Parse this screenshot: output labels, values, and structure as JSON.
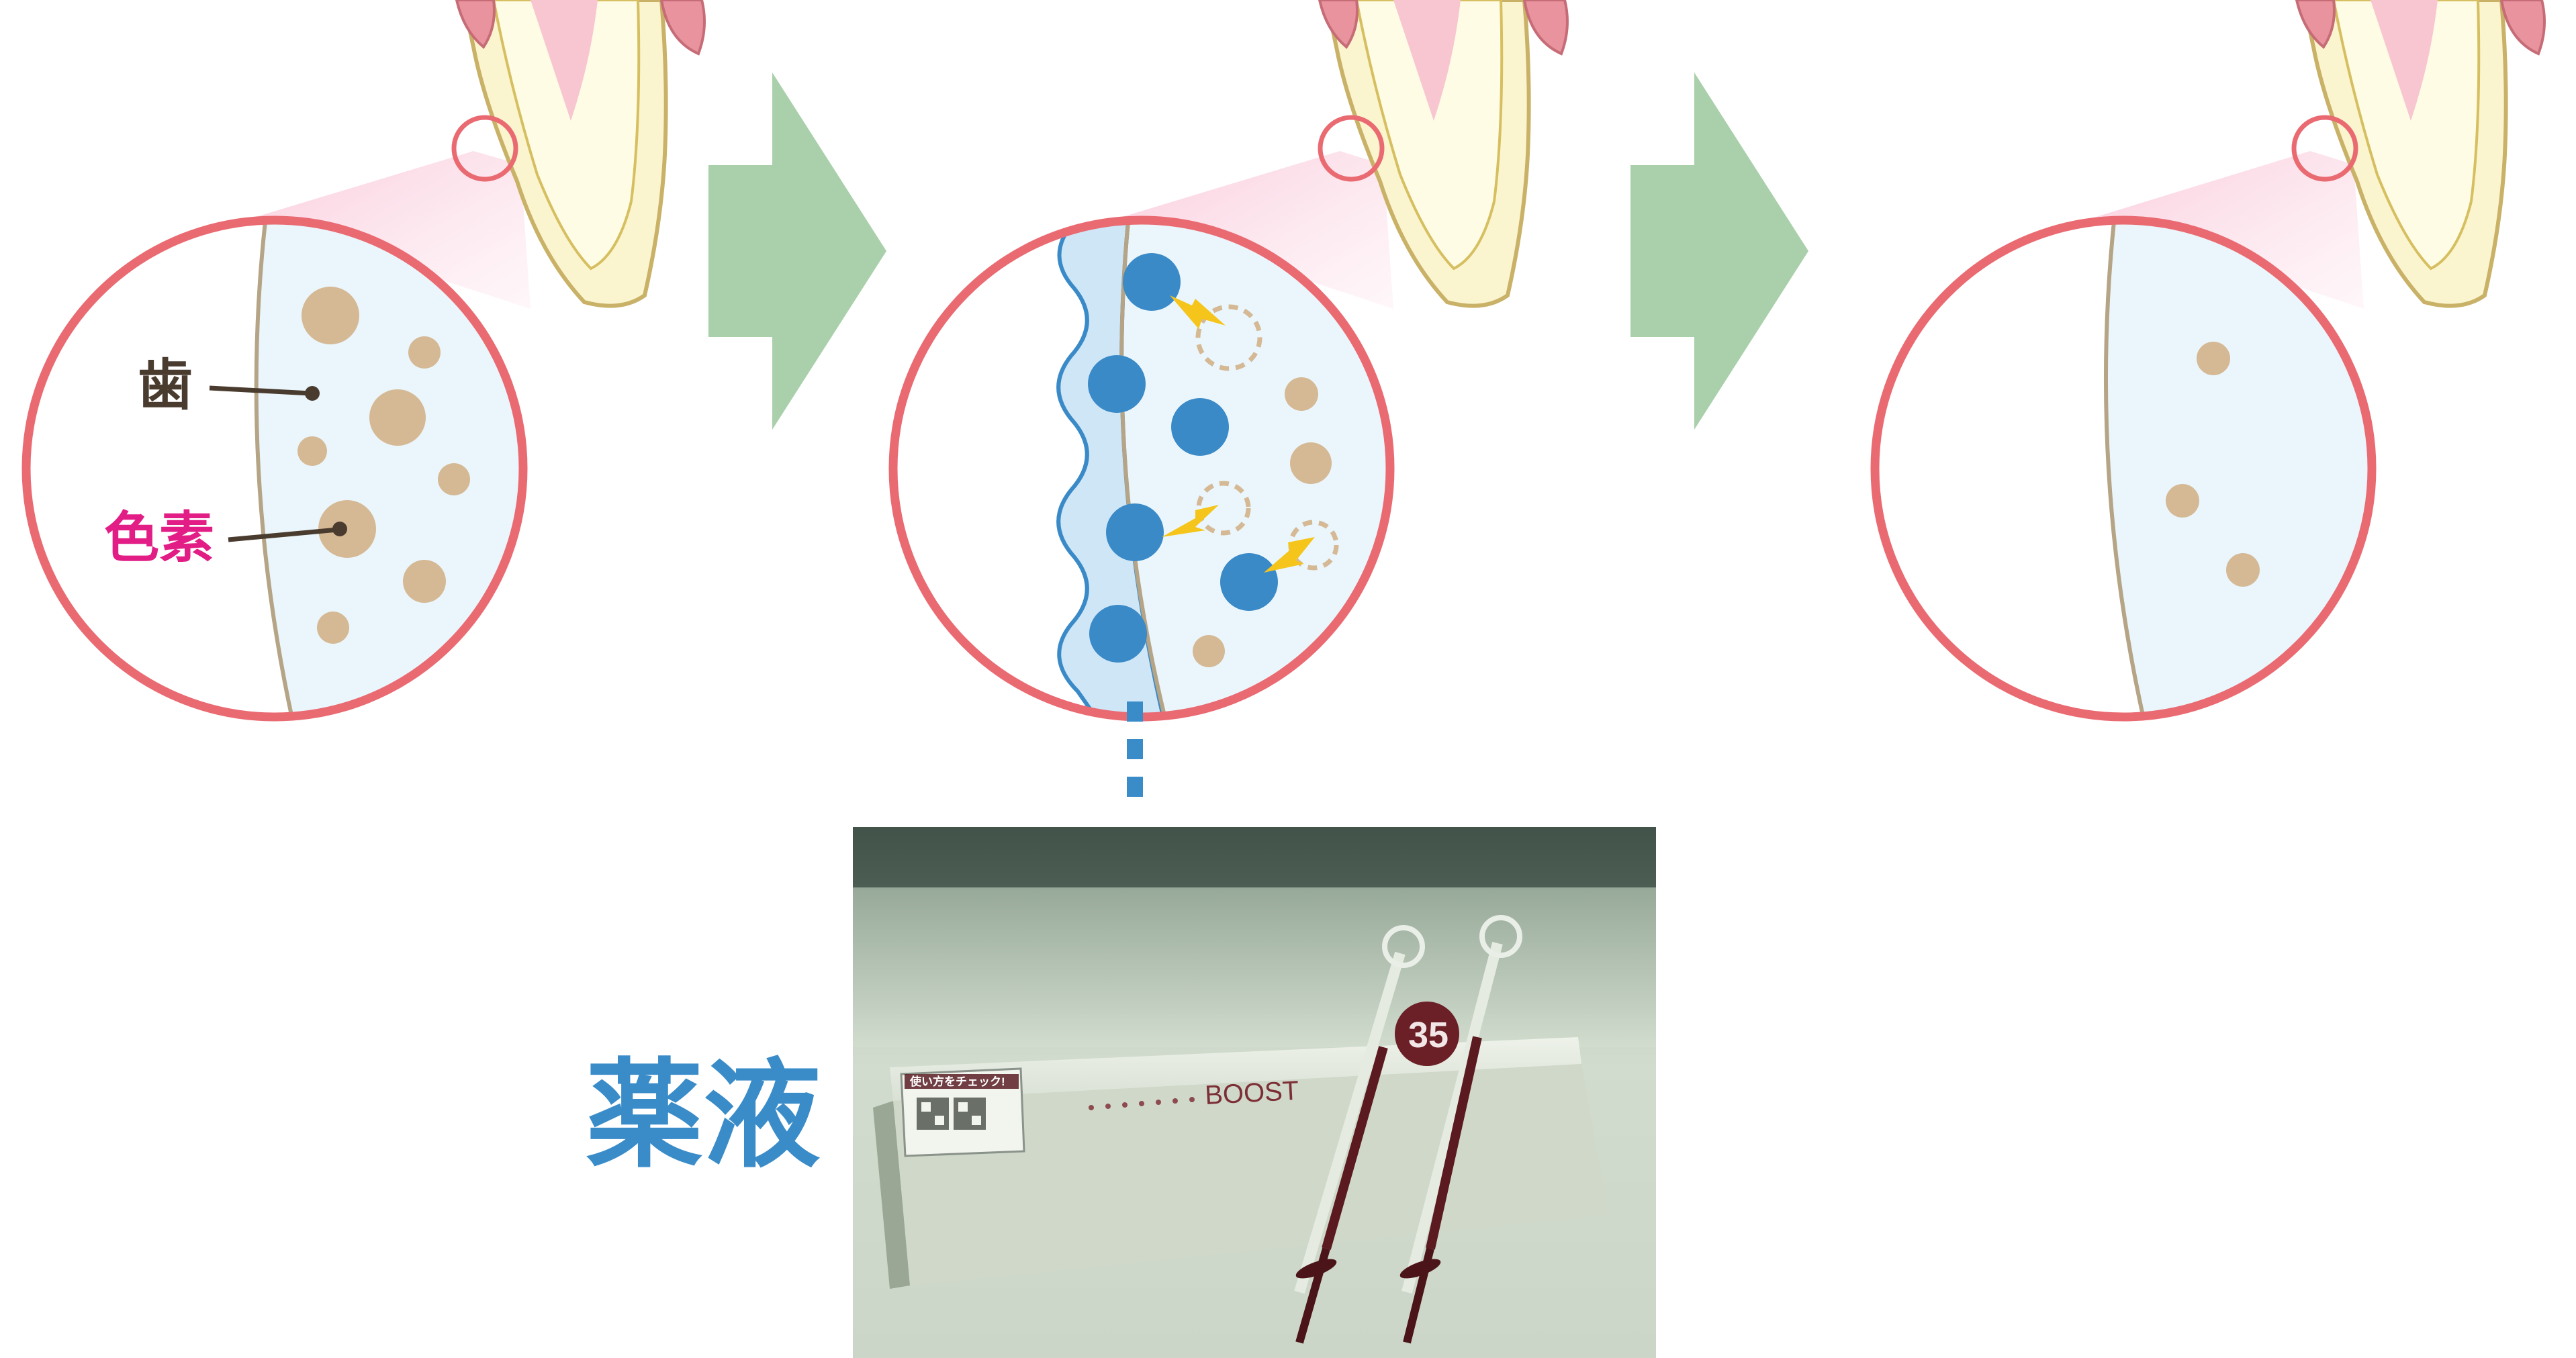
{
  "labels": {
    "tooth": "歯",
    "pigment": "色素",
    "medicine": "薬液"
  },
  "photo": {
    "box_notice": "使い方をチェック!",
    "brand": "BOOST",
    "badge": "35"
  },
  "colors": {
    "circle_border": "#ea6a72",
    "enamel_fill": "#eaf6fb",
    "dentin_line": "#b5a485",
    "pigment": "#d5b894",
    "agent": "#3b8ac8",
    "agent_layer": "#cfe6f7",
    "lightning": "#f6c51b",
    "arrow": "#a9d0ab",
    "tooth_label": "#4a3b2f",
    "pigment_label": "#e21e86",
    "medicine_label": "#3a8cc9",
    "gum": "#e9939f",
    "tooth_crown": "#fbf5cf"
  }
}
